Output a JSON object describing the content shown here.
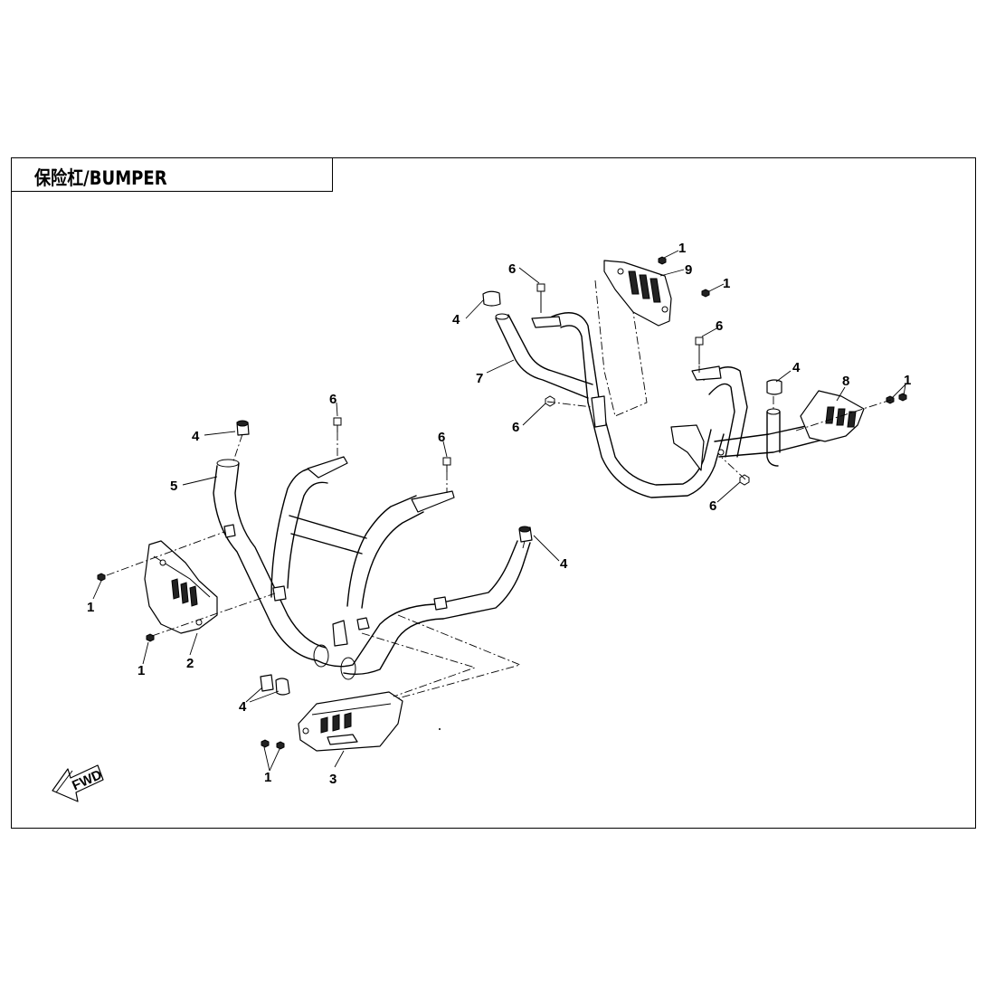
{
  "title": "保险杠/BUMPER",
  "fwd_label": "FWD",
  "callouts": {
    "c1a": "1",
    "c1b": "1",
    "c1c": "1",
    "c1d": "1",
    "c1e": "1",
    "c1f": "1",
    "c2": "2",
    "c3": "3",
    "c4a": "4",
    "c4b": "4",
    "c4c": "4",
    "c4d": "4",
    "c4e": "4",
    "c5": "5",
    "c6a": "6",
    "c6b": "6",
    "c6c": "6",
    "c6d": "6",
    "c6e": "6",
    "c6f": "6",
    "c7": "7",
    "c8": "8",
    "c9": "9"
  }
}
